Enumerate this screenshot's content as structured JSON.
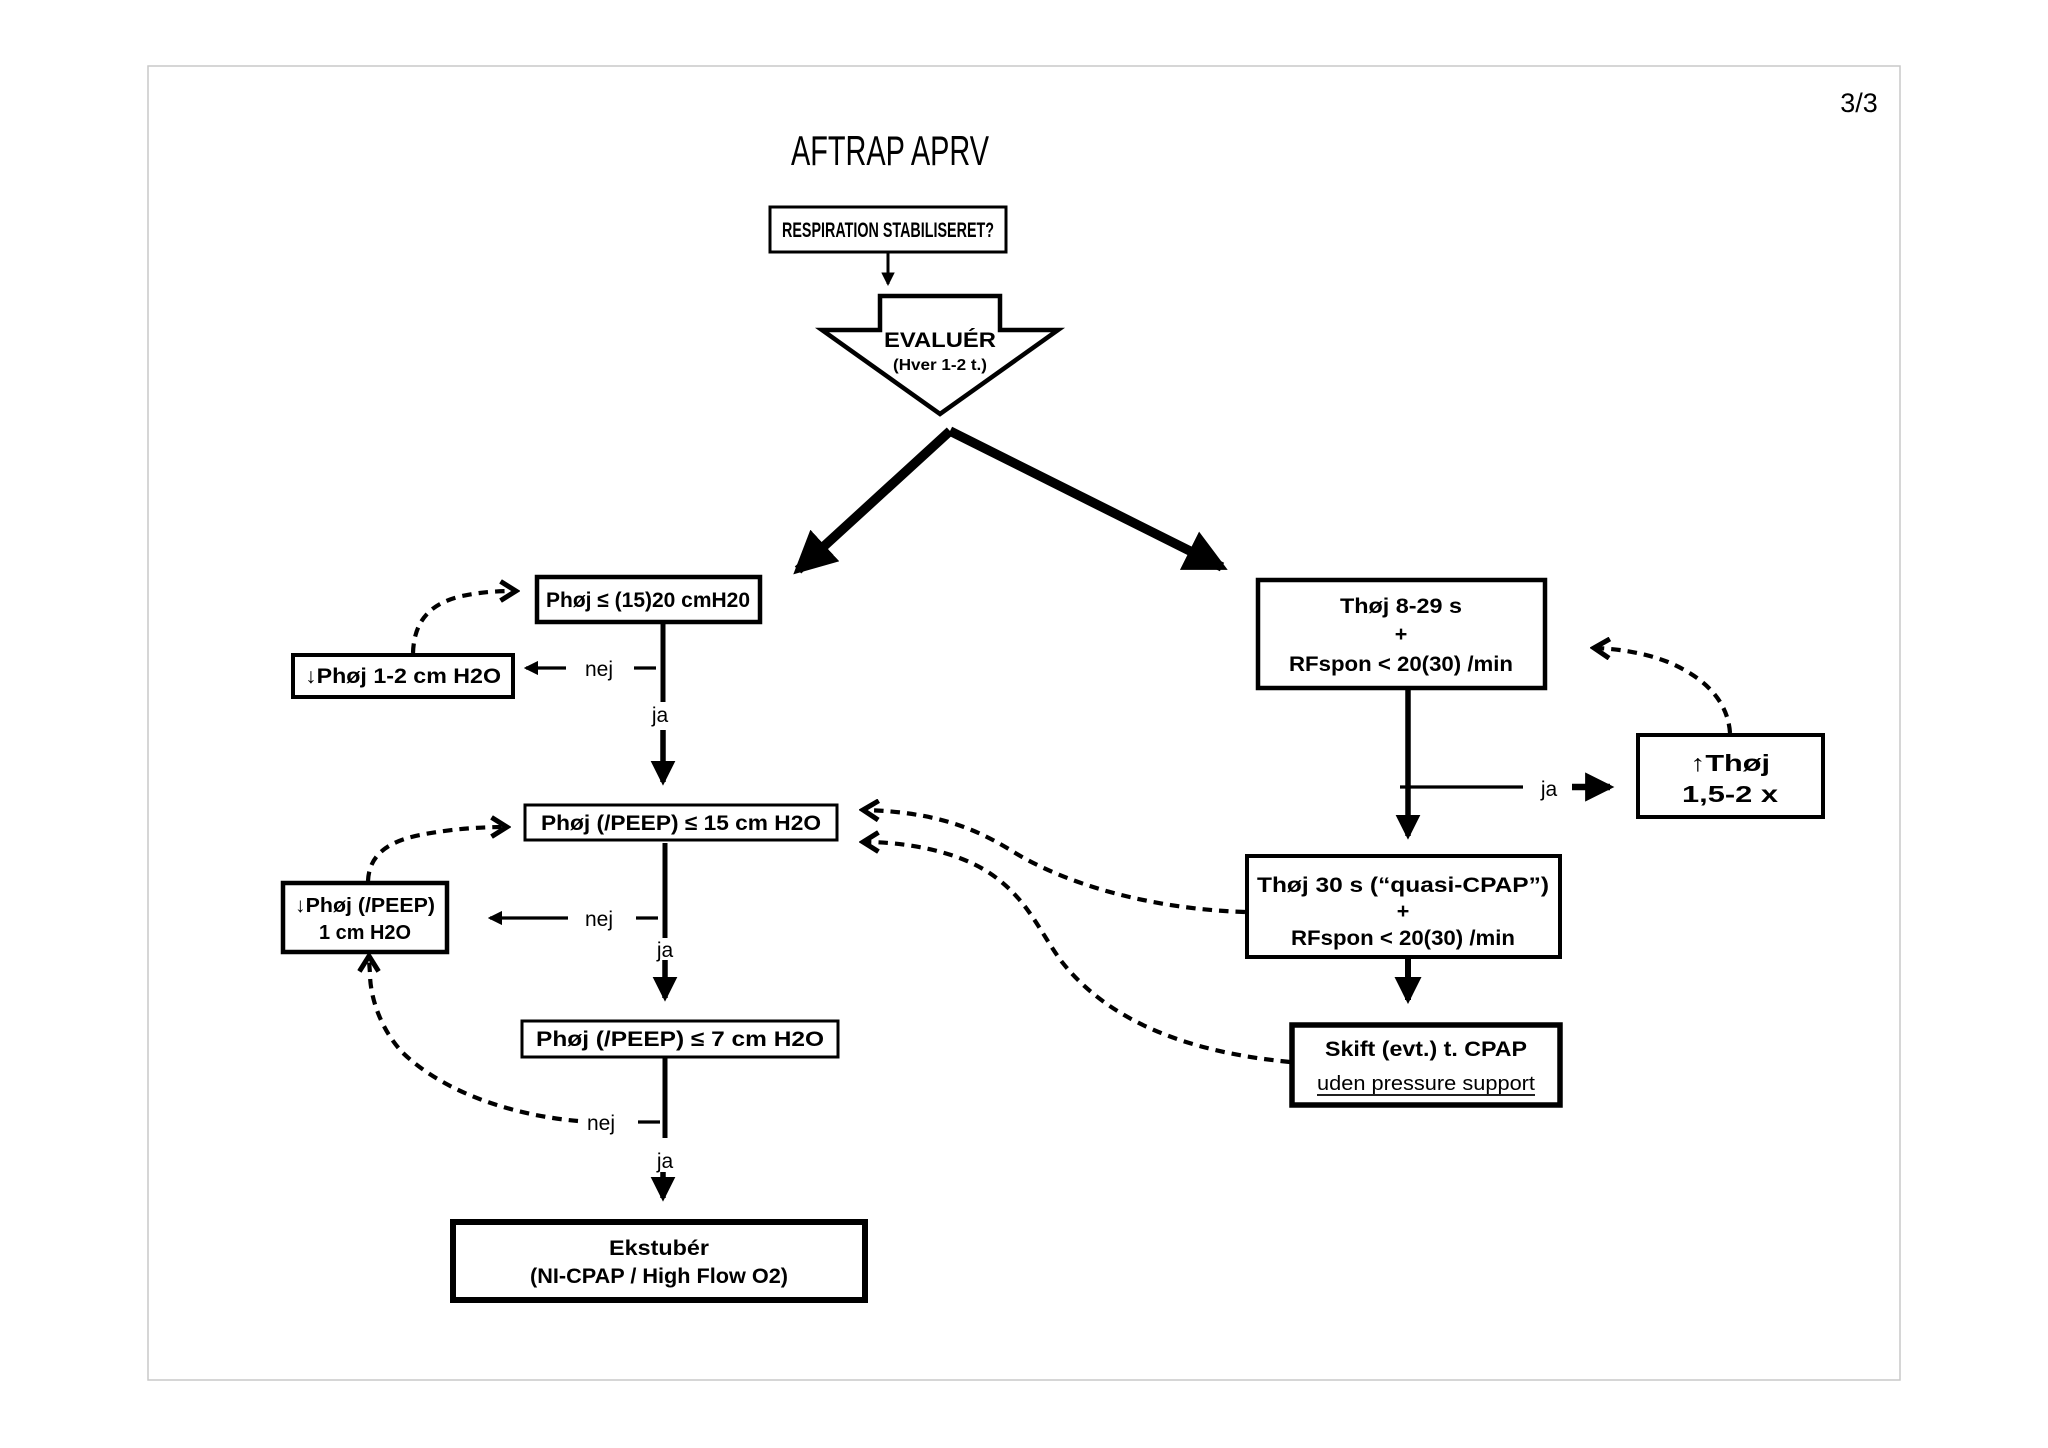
{
  "page": {
    "number": "3/3",
    "title": "AFTRAP APRV",
    "background": "#ffffff",
    "page_border_color": "#c9c9c9",
    "ink_color": "#000000"
  },
  "labels": {
    "yes": "ja",
    "no": "nej"
  },
  "nodes": {
    "respiration": {
      "label": "RESPIRATION STABILISERET?"
    },
    "evaluer": {
      "line1": "EVALUÉR",
      "line2": "(Hver 1-2 t.)"
    },
    "phoj20": {
      "label": "Phøj ≤ (15)20 cmH20"
    },
    "phojNed12": {
      "label": "↓Phøj 1-2 cm H2O"
    },
    "phoj15": {
      "label": "Phøj (/PEEP) ≤ 15 cm H2O"
    },
    "phojNed1": {
      "line1": "↓Phøj (/PEEP)",
      "line2": "1 cm H2O"
    },
    "phoj7": {
      "label": "Phøj (/PEEP) ≤  7 cm H2O"
    },
    "ekstuber": {
      "line1": "Ekstubér",
      "line2": "(NI-CPAP / High Flow O2)"
    },
    "thoj829": {
      "line1": "Thøj 8-29 s",
      "line2": "+",
      "line3": "RFspon < 20(30) /min"
    },
    "thojOp": {
      "line1": "↑Thøj",
      "line2": "1,5-2 x"
    },
    "thoj30": {
      "line1": "Thøj  30 s (“quasi-CPAP”)",
      "line2": "+",
      "line3": "RFspon < 20(30) /min"
    },
    "skiftCpap": {
      "line1": "Skift (evt.) t. CPAP",
      "line2": "uden pressure support"
    }
  }
}
